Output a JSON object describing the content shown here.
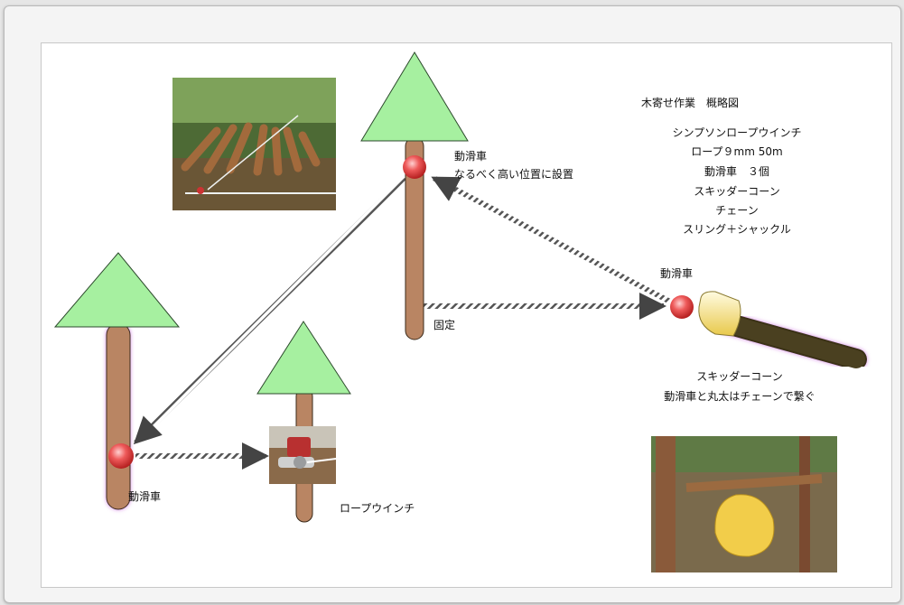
{
  "title": "木寄せ作業　概略図",
  "equipment": [
    "シンプソンロープウインチ",
    "ロープ９mm 50m",
    "動滑車　３個",
    "スキッダーコーン",
    "チェーン",
    "スリング＋シャックル"
  ],
  "labels": {
    "pulley_top": "動滑車",
    "pulley_top_note": "なるべく高い位置に設置",
    "fixed": "固定",
    "pulley_right": "動滑車",
    "pulley_left": "動滑車",
    "winch": "ロープウインチ",
    "skidder_cone": "スキッダーコーン",
    "skidder_note": "動滑車と丸太はチェーンで繋ぐ"
  },
  "colors": {
    "foliage": "#a6f0a0",
    "trunk": "#b98563",
    "pulley": "#e55050",
    "log": "#4a4020",
    "cone": "#f3e38a",
    "rope": "#555555"
  }
}
